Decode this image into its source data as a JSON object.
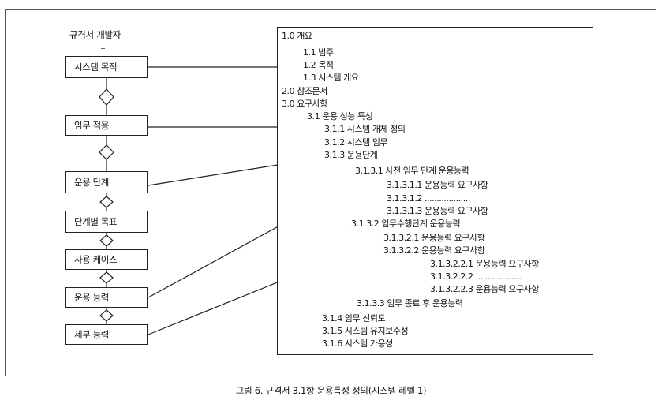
{
  "left_title": "규격서 개발자",
  "boxes": [
    {
      "label": "시스템 목적"
    },
    {
      "label": "임무 적용"
    },
    {
      "label": "운용 단계"
    },
    {
      "label": "단계별 목표"
    },
    {
      "label": "사용 케이스"
    },
    {
      "label": "운용 능력"
    },
    {
      "label": "세부 능력"
    }
  ],
  "document_lines": [
    "1.0 개요",
    "1.1 범주",
    "1.2 목적",
    "1.3 시스템 개요",
    "2.0 참조문서",
    "3.0 요구사항",
    "3.1 운용 성능 특성",
    "3.1.1 시스템 개체 정의",
    "3.1.2 시스템 임무",
    "3.1.3 운용단계",
    "3.1.3.1 사전 임무 단계 운용능력",
    "3.1.3.1.1 운용능력 요구사항",
    "3.1.3.1.2 ...................",
    "3.1.3.1.3 운용능력 요구사항",
    "3.1.3.2 임무수행단계 운용능력",
    "3.1.3.2.1 운용능력 요구사항",
    "3.1.3.2.2 운용능력 요구사항",
    "3.1.3.2.2.1 운용능력 요구사항",
    "3.1.3.2.2.2 ...................",
    "3.1.3.2.2.3 운용능력 요구사항",
    "3.1.3.3 임무 종료 후 운용능력",
    "3.1.4 임무 신뢰도",
    "3.1.5 시스템 유지보수성",
    "3.1.6 시스템 가용성"
  ],
  "caption": "그림 6. 규격서 3.1항 운용특성 정의(시스템 레벨 1)"
}
